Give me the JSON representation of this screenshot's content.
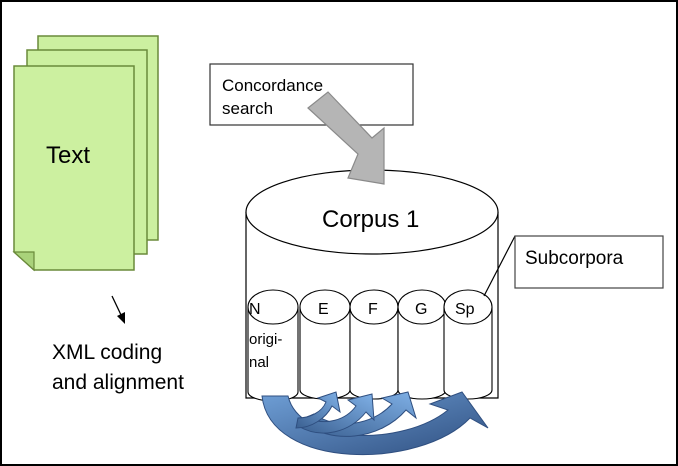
{
  "documents": {
    "label": "Text"
  },
  "xml_caption": {
    "line1": "XML coding",
    "line2": "and alignment"
  },
  "search_box": {
    "line1": "Concordance",
    "line2": "search"
  },
  "corpus": {
    "title": "Corpus 1"
  },
  "subcorpora_callout": {
    "label": "Subcorpora"
  },
  "subcorpora": [
    {
      "label": "N",
      "sub1": "origi-",
      "sub2": "nal"
    },
    {
      "label": "E"
    },
    {
      "label": "F"
    },
    {
      "label": "G"
    },
    {
      "label": "Sp"
    }
  ],
  "colors": {
    "document_fill": "#ccf0a0",
    "document_stroke": "#6a8a3a",
    "arrow_gray": "#b0b0b0",
    "arrow_blue_dark": "#3a5f90",
    "arrow_blue_light": "#5f8fc8",
    "line": "#000000"
  }
}
